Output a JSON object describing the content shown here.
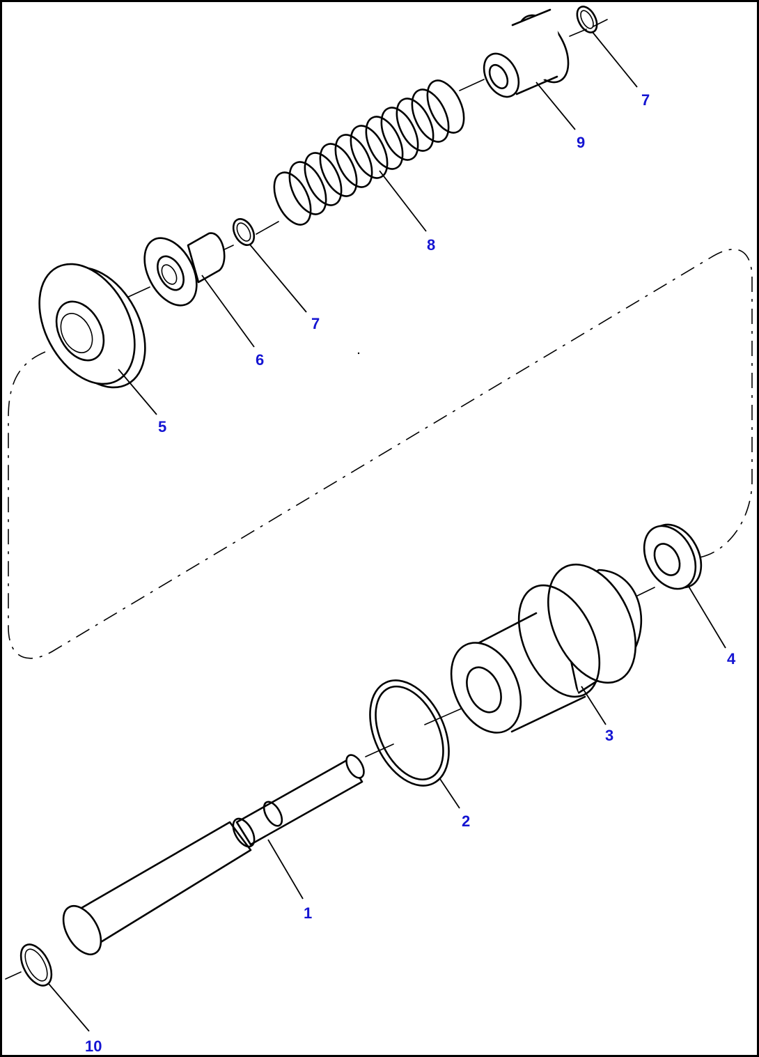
{
  "callouts": {
    "c1": "1",
    "c2": "2",
    "c3": "3",
    "c4": "4",
    "c5": "5",
    "c6": "6",
    "c7a": "7",
    "c7b": "7",
    "c8": "8",
    "c9": "9",
    "c10": "10"
  },
  "colors": {
    "callout": "#1414d2",
    "line": "#000000",
    "background": "#ffffff"
  }
}
